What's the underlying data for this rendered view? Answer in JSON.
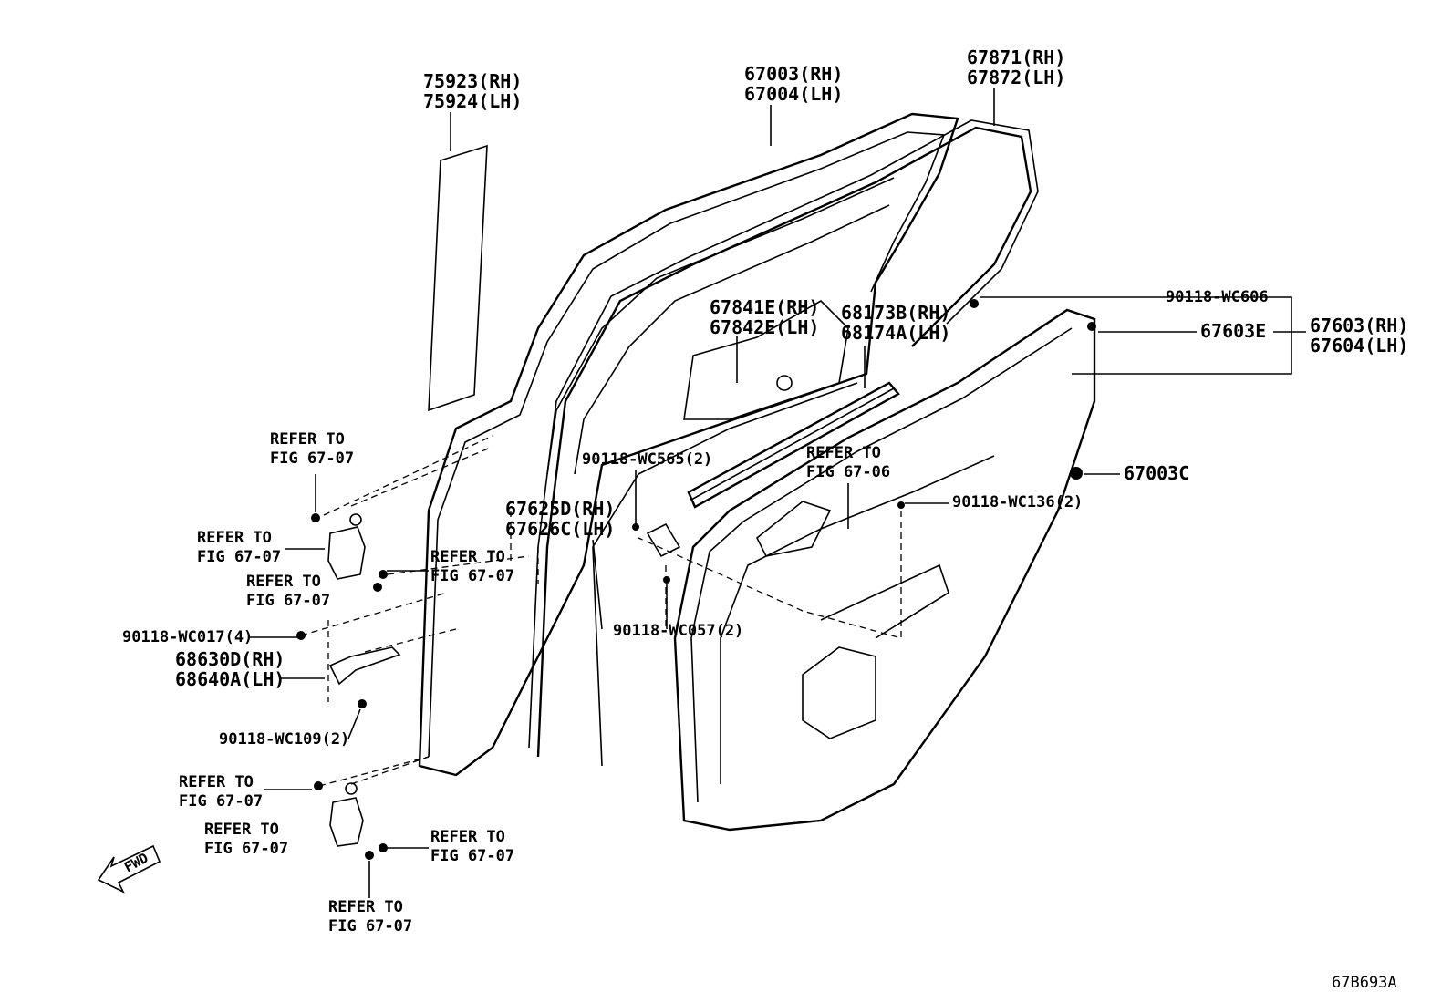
{
  "diagram_id": "67B693A",
  "fwd_label": "FWD",
  "labels": {
    "weatherstrip_a": [
      "75923(RH)",
      "75924(LH)"
    ],
    "door_panel": [
      "67003(RH)",
      "67004(LH)"
    ],
    "weatherstrip_b": [
      "67871(RH)",
      "67872(LH)"
    ],
    "trim_board": [
      "67603(RH)",
      "67604(LH)"
    ],
    "clip_wc606": "90118-WC606",
    "clip_67603e": "67603E",
    "plug_67003c": "67003C",
    "screw_wc136": "90118-WC136(2)",
    "seal_67841e": [
      "67841E(RH)",
      "67842E(LH)"
    ],
    "weatherstrip_68173b": [
      "68173B(RH)",
      "68174A(LH)"
    ],
    "refer_67_06": [
      "REFER TO",
      "FIG 67-06"
    ],
    "clip_wc565": "90118-WC565(2)",
    "bracket_67625d": [
      "67625D(RH)",
      "67626C(LH)"
    ],
    "clip_wc057": "90118-WC057(2)",
    "refer_hinge_upper_bolt": [
      "REFER TO",
      "FIG 67-07"
    ],
    "refer_hinge_upper": [
      "REFER TO",
      "FIG 67-07"
    ],
    "refer_hinge_upper_nut": [
      "REFER TO",
      "FIG 67-07"
    ],
    "refer_hinge_upper_nut2": [
      "REFER TO",
      "FIG 67-07"
    ],
    "bolt_wc017": "90118-WC017(4)",
    "checker_68630d": [
      "68630D(RH)",
      "68640A(LH)"
    ],
    "bolt_wc109": "90118-WC109(2)",
    "refer_hinge_lower_bolt": [
      "REFER TO",
      "FIG 67-07"
    ],
    "refer_hinge_lower": [
      "REFER TO",
      "FIG 67-07"
    ],
    "refer_hinge_lower_nut": [
      "REFER TO",
      "FIG 67-07"
    ],
    "refer_hinge_lower_nut2": [
      "REFER TO",
      "FIG 67-07"
    ]
  }
}
